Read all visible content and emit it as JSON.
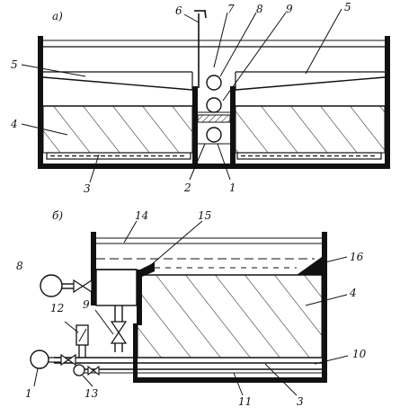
{
  "diagram_a": {
    "panel_label": "а)",
    "callouts": [
      "1",
      "2",
      "3",
      "4",
      "5",
      "5",
      "6",
      "7",
      "8",
      "9"
    ]
  },
  "diagram_b": {
    "panel_label": "б)",
    "callouts": [
      "1",
      "3",
      "4",
      "8",
      "9",
      "10",
      "11",
      "12",
      "13",
      "14",
      "15",
      "16"
    ]
  },
  "colors": {
    "ink": "#111111",
    "background": "#ffffff"
  }
}
